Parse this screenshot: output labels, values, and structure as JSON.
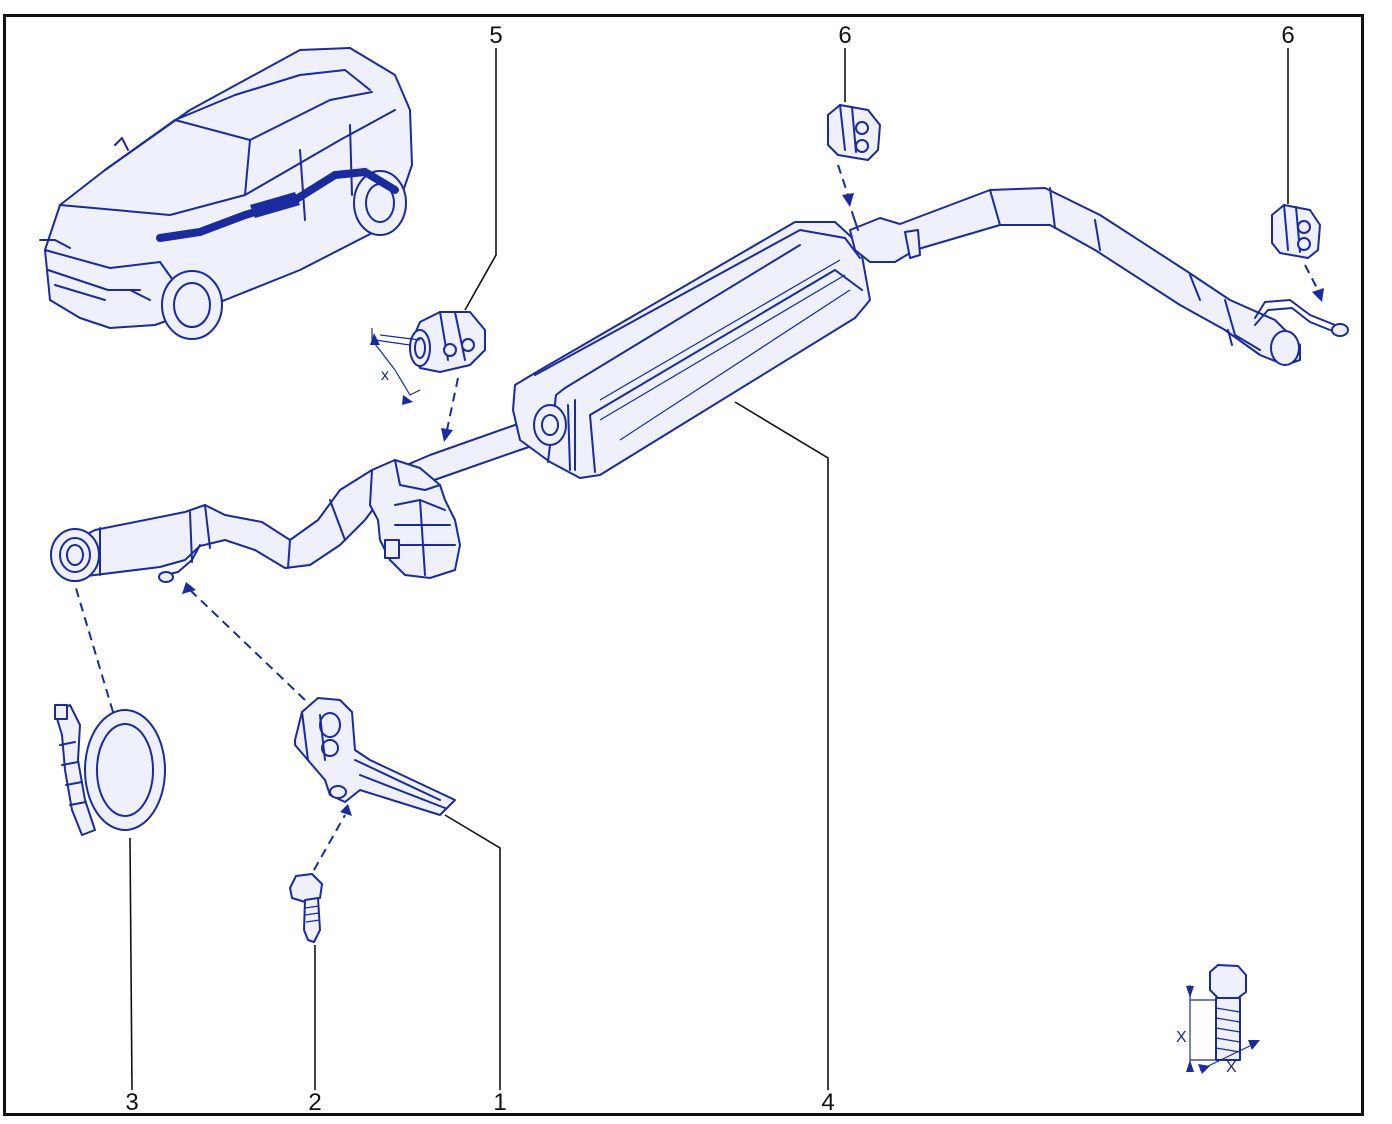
{
  "diagram": {
    "callouts": [
      {
        "id": "1",
        "label": "1"
      },
      {
        "id": "2",
        "label": "2"
      },
      {
        "id": "3",
        "label": "3"
      },
      {
        "id": "4",
        "label": "4"
      },
      {
        "id": "5",
        "label": "5"
      },
      {
        "id": "6a",
        "label": "6"
      },
      {
        "id": "6b",
        "label": "6"
      }
    ],
    "dimension_labels": {
      "clamp_x": "x",
      "bolt_x_vertical": "X",
      "bolt_x_horizontal": "X"
    },
    "colors": {
      "line": "#1a2aa0",
      "part_fill": "#eef0fb",
      "frame": "#111111"
    }
  }
}
